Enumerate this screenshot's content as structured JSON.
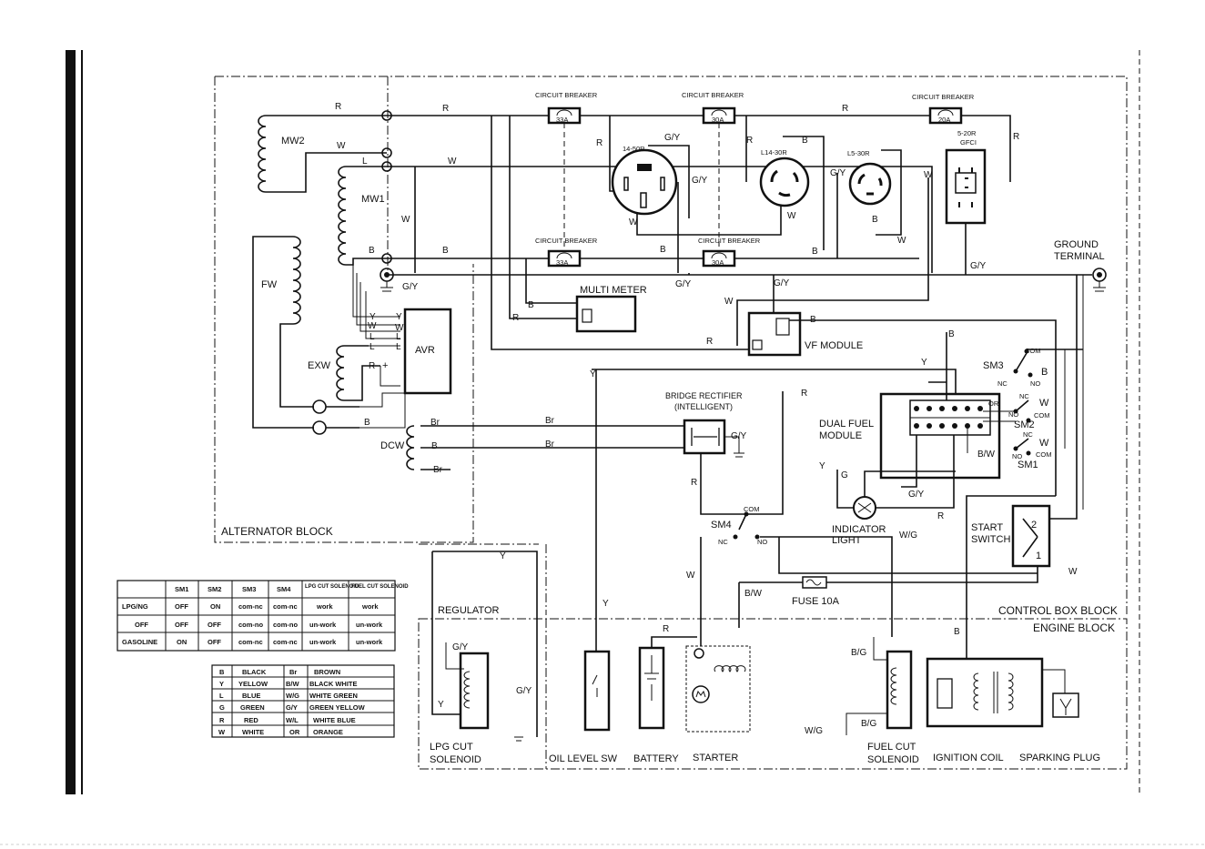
{
  "blocks": {
    "alternator": "ALTERNATOR BLOCK",
    "control_box": "CONTROL BOX BLOCK",
    "engine": "ENGINE BLOCK"
  },
  "breakers": {
    "cb1": {
      "title": "CIRCUIT BREAKER",
      "rating": "33A"
    },
    "cb2": {
      "title": "CIRCUIT BREAKER",
      "rating": "30A"
    },
    "cb3": {
      "title": "CIRCUIT BREAKER",
      "rating": "20A"
    },
    "cb4": {
      "title": "CIRCUIT BREAKER",
      "rating": "33A"
    },
    "cb5": {
      "title": "CIRCUIT BREAKER",
      "rating": "30A"
    }
  },
  "outlets": {
    "o1": "14-50R",
    "o2": "L14-30R",
    "o3": "L5-30R",
    "o4_a": "5-20R",
    "o4_b": "GFCI"
  },
  "components": {
    "mw2": "MW2",
    "mw1": "MW1",
    "fw": "FW",
    "exw": "EXW",
    "dcw": "DCW",
    "avr": "AVR",
    "multi_meter": "MULTI METER",
    "vf_module": "VF MODULE",
    "bridge_1": "BRIDGE RECTIFIER",
    "bridge_2": "(INTELLIGENT)",
    "dual_fuel_1": "DUAL FUEL",
    "dual_fuel_2": "MODULE",
    "indicator_1": "INDICATOR",
    "indicator_2": "LIGHT",
    "start_1": "START",
    "start_2": "SWITCH",
    "ground_1": "GROUND",
    "ground_2": "TERMINAL",
    "fuse": "FUSE 10A",
    "regulator": "REGULATOR",
    "lpg_1": "LPG  CUT",
    "lpg_2": "SOLENOID",
    "oil": "OIL LEVEL SW",
    "battery": "BATTERY",
    "starter": "STARTER",
    "fuel_cut_1": "FUEL CUT",
    "fuel_cut_2": "SOLENOID",
    "ignition": "IGNITION COIL",
    "spark": "SPARKING PLUG",
    "sm1": "SM1",
    "sm2": "SM2",
    "sm3": "SM3",
    "sm4": "SM4",
    "com": "COM",
    "nc": "NC",
    "no": "NO",
    "or": "OR",
    "sw_1": "1",
    "sw_2": "2"
  },
  "wire_labels": {
    "R": "R",
    "W": "W",
    "B": "B",
    "L": "L",
    "Y": "Y",
    "Br": "Br",
    "GY": "G/Y",
    "BW": "B/W",
    "WG": "W/G",
    "BG": "B/G",
    "G": "G",
    "plus": "+"
  },
  "switch_table": {
    "headers": [
      "",
      "SM1",
      "SM2",
      "SM3",
      "SM4",
      "LPG CUT SOLENOID",
      "FUEL CUT SOLENOID"
    ],
    "rows": [
      [
        "LPG/NG",
        "OFF",
        "ON",
        "com-nc",
        "com-nc",
        "work",
        "work"
      ],
      [
        "OFF",
        "OFF",
        "OFF",
        "com-no",
        "com-no",
        "un-work",
        "un-work"
      ],
      [
        "GASOLINE",
        "ON",
        "OFF",
        "com-nc",
        "com-nc",
        "un-work",
        "un-work"
      ]
    ]
  },
  "color_table": {
    "rows": [
      [
        "B",
        "BLACK",
        "Br",
        "BROWN"
      ],
      [
        "Y",
        "YELLOW",
        "B/W",
        "BLACK  WHITE"
      ],
      [
        "L",
        "BLUE",
        "W/G",
        "WHITE GREEN"
      ],
      [
        "G",
        "GREEN",
        "G/Y",
        "GREEN YELLOW"
      ],
      [
        "R",
        "RED",
        "W/L",
        "WHITE BLUE"
      ],
      [
        "W",
        "WHITE",
        "OR",
        "ORANGE"
      ]
    ]
  }
}
